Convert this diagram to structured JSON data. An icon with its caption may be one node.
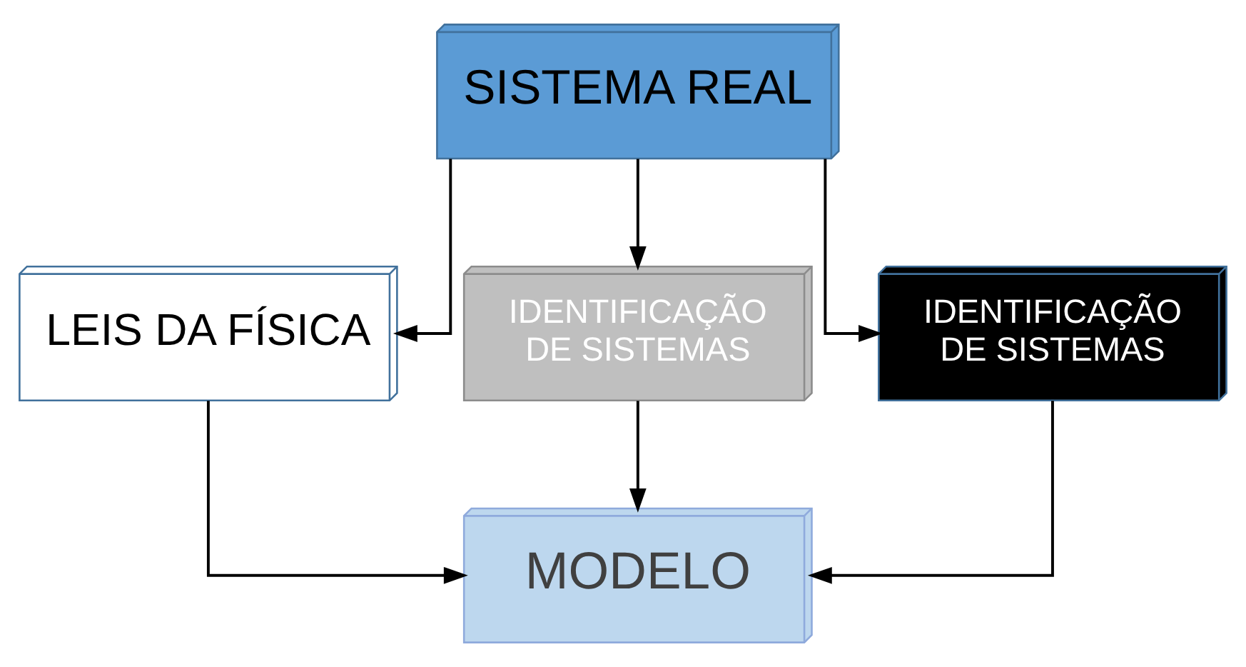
{
  "diagram": {
    "nodes": [
      {
        "text": [
          "SISTEMA REAL"
        ]
      },
      {
        "text": [
          "LEIS DA FÍSICA"
        ]
      },
      {
        "text": [
          "IDENTIFICAÇÃO DE SISTEMAS"
        ]
      },
      {
        "text": [
          "IDENTIFICAÇÃO DE SISTEMAS"
        ]
      },
      {
        "text": [
          "MODELO"
        ]
      }
    ],
    "edges": [
      {
        "from": 0,
        "to": 1,
        "arrow": "to"
      },
      {
        "from": 0,
        "to": 2,
        "arrow": "to"
      },
      {
        "from": 0,
        "to": 3,
        "arrow": "to"
      },
      {
        "from": 1,
        "to": 4,
        "arrow": "to"
      },
      {
        "from": 2,
        "to": 4,
        "arrow": "to"
      },
      {
        "from": 3,
        "to": 4,
        "arrow": "to"
      }
    ]
  }
}
